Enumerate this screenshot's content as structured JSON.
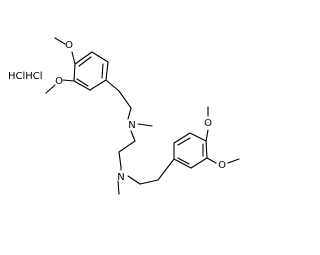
{
  "molecule": {
    "salt_label": "HClHCl",
    "atoms": {
      "o_top_1": "O",
      "o_top_2": "O",
      "n_upper": "N",
      "n_lower": "N",
      "o_bottom_1": "O",
      "o_bottom_2": "O"
    }
  },
  "colors": {
    "bond": "#000000",
    "text": "#000000",
    "background": "#ffffff"
  }
}
